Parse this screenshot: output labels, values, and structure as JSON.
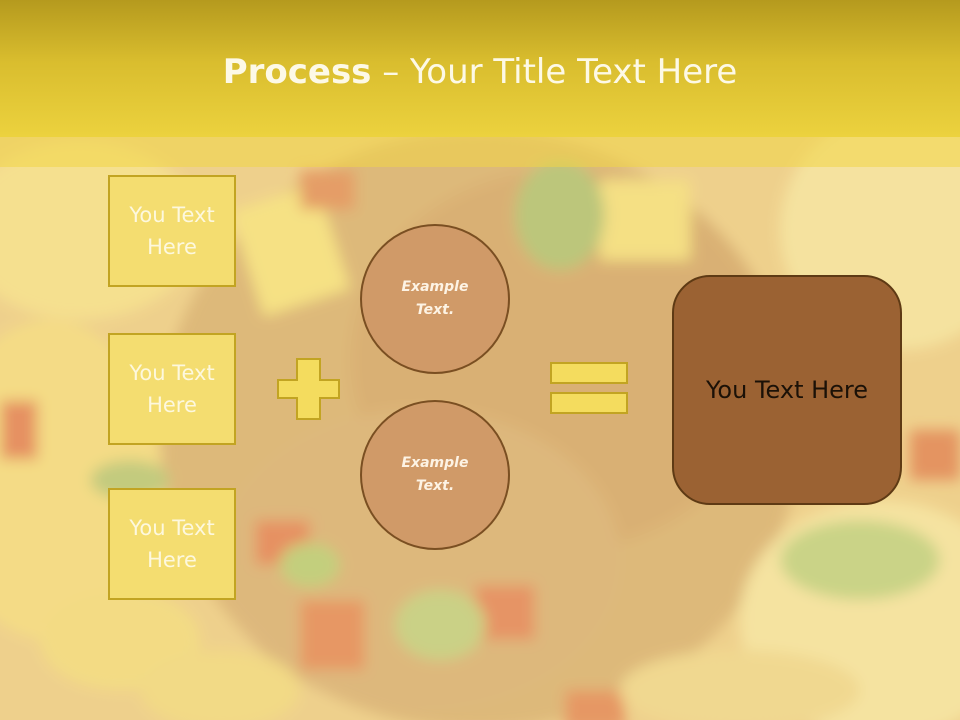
{
  "title": {
    "bold": "Process",
    "rest": " – Your Title Text Here"
  },
  "left_boxes": [
    "You Text Here",
    "You Text Here",
    "You Text Here"
  ],
  "circles": [
    "Example Text.",
    "Example Text."
  ],
  "result_box": "You Text Here",
  "colors": {
    "header": "#d9bd2e",
    "box_fill": "#f4dd70",
    "circle_fill": "#d09a68",
    "result_fill": "#9b6233"
  }
}
